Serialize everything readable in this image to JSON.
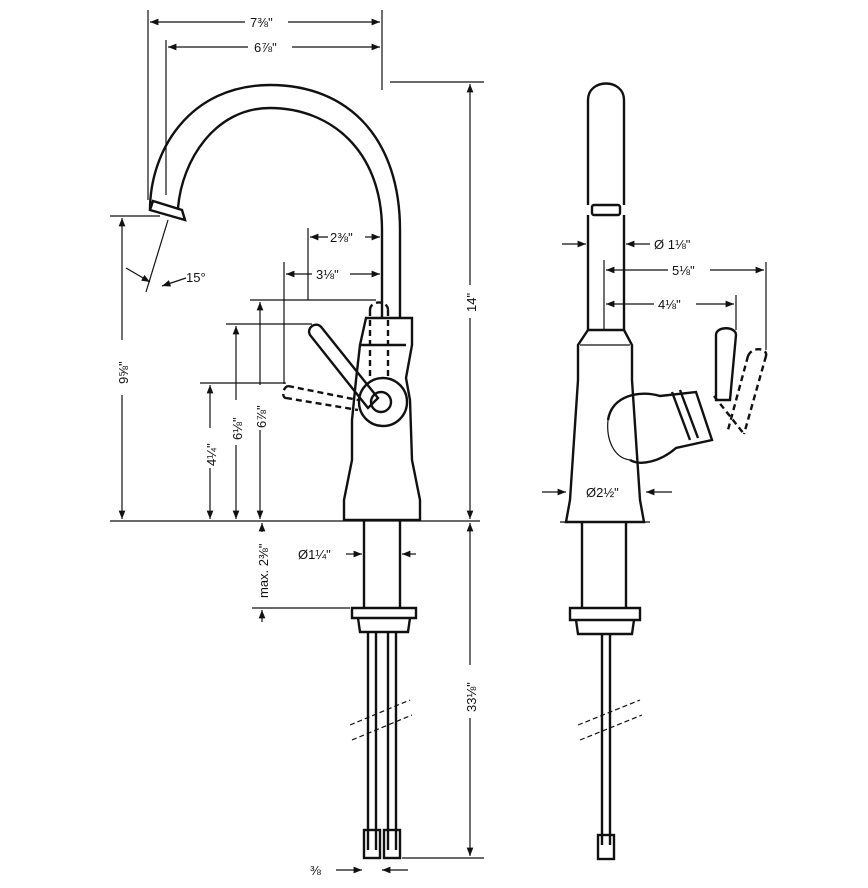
{
  "front_view": {
    "dimensions": {
      "overall_reach": "7⅜\"",
      "spout_reach": "6⅞\"",
      "handle_offset_a": "2⅜\"",
      "handle_offset_b": "3⅛\"",
      "spout_angle": "15°",
      "spout_height": "9⅝\"",
      "overall_height": "14\"",
      "handle_height_a": "6⅞\"",
      "handle_height_b": "6⅛\"",
      "handle_height_c": "4¼\"",
      "shank_diameter": "Ø1¼\"",
      "max_deck_thickness": "max. 2⅜\"",
      "supply_length": "33⅛\"",
      "supply_connection": "⅜"
    }
  },
  "side_view": {
    "dimensions": {
      "spout_diameter": "Ø 1⅛\"",
      "handle_reach_a": "5⅛\"",
      "handle_reach_b": "4⅛\"",
      "base_diameter": "Ø2½\""
    }
  }
}
